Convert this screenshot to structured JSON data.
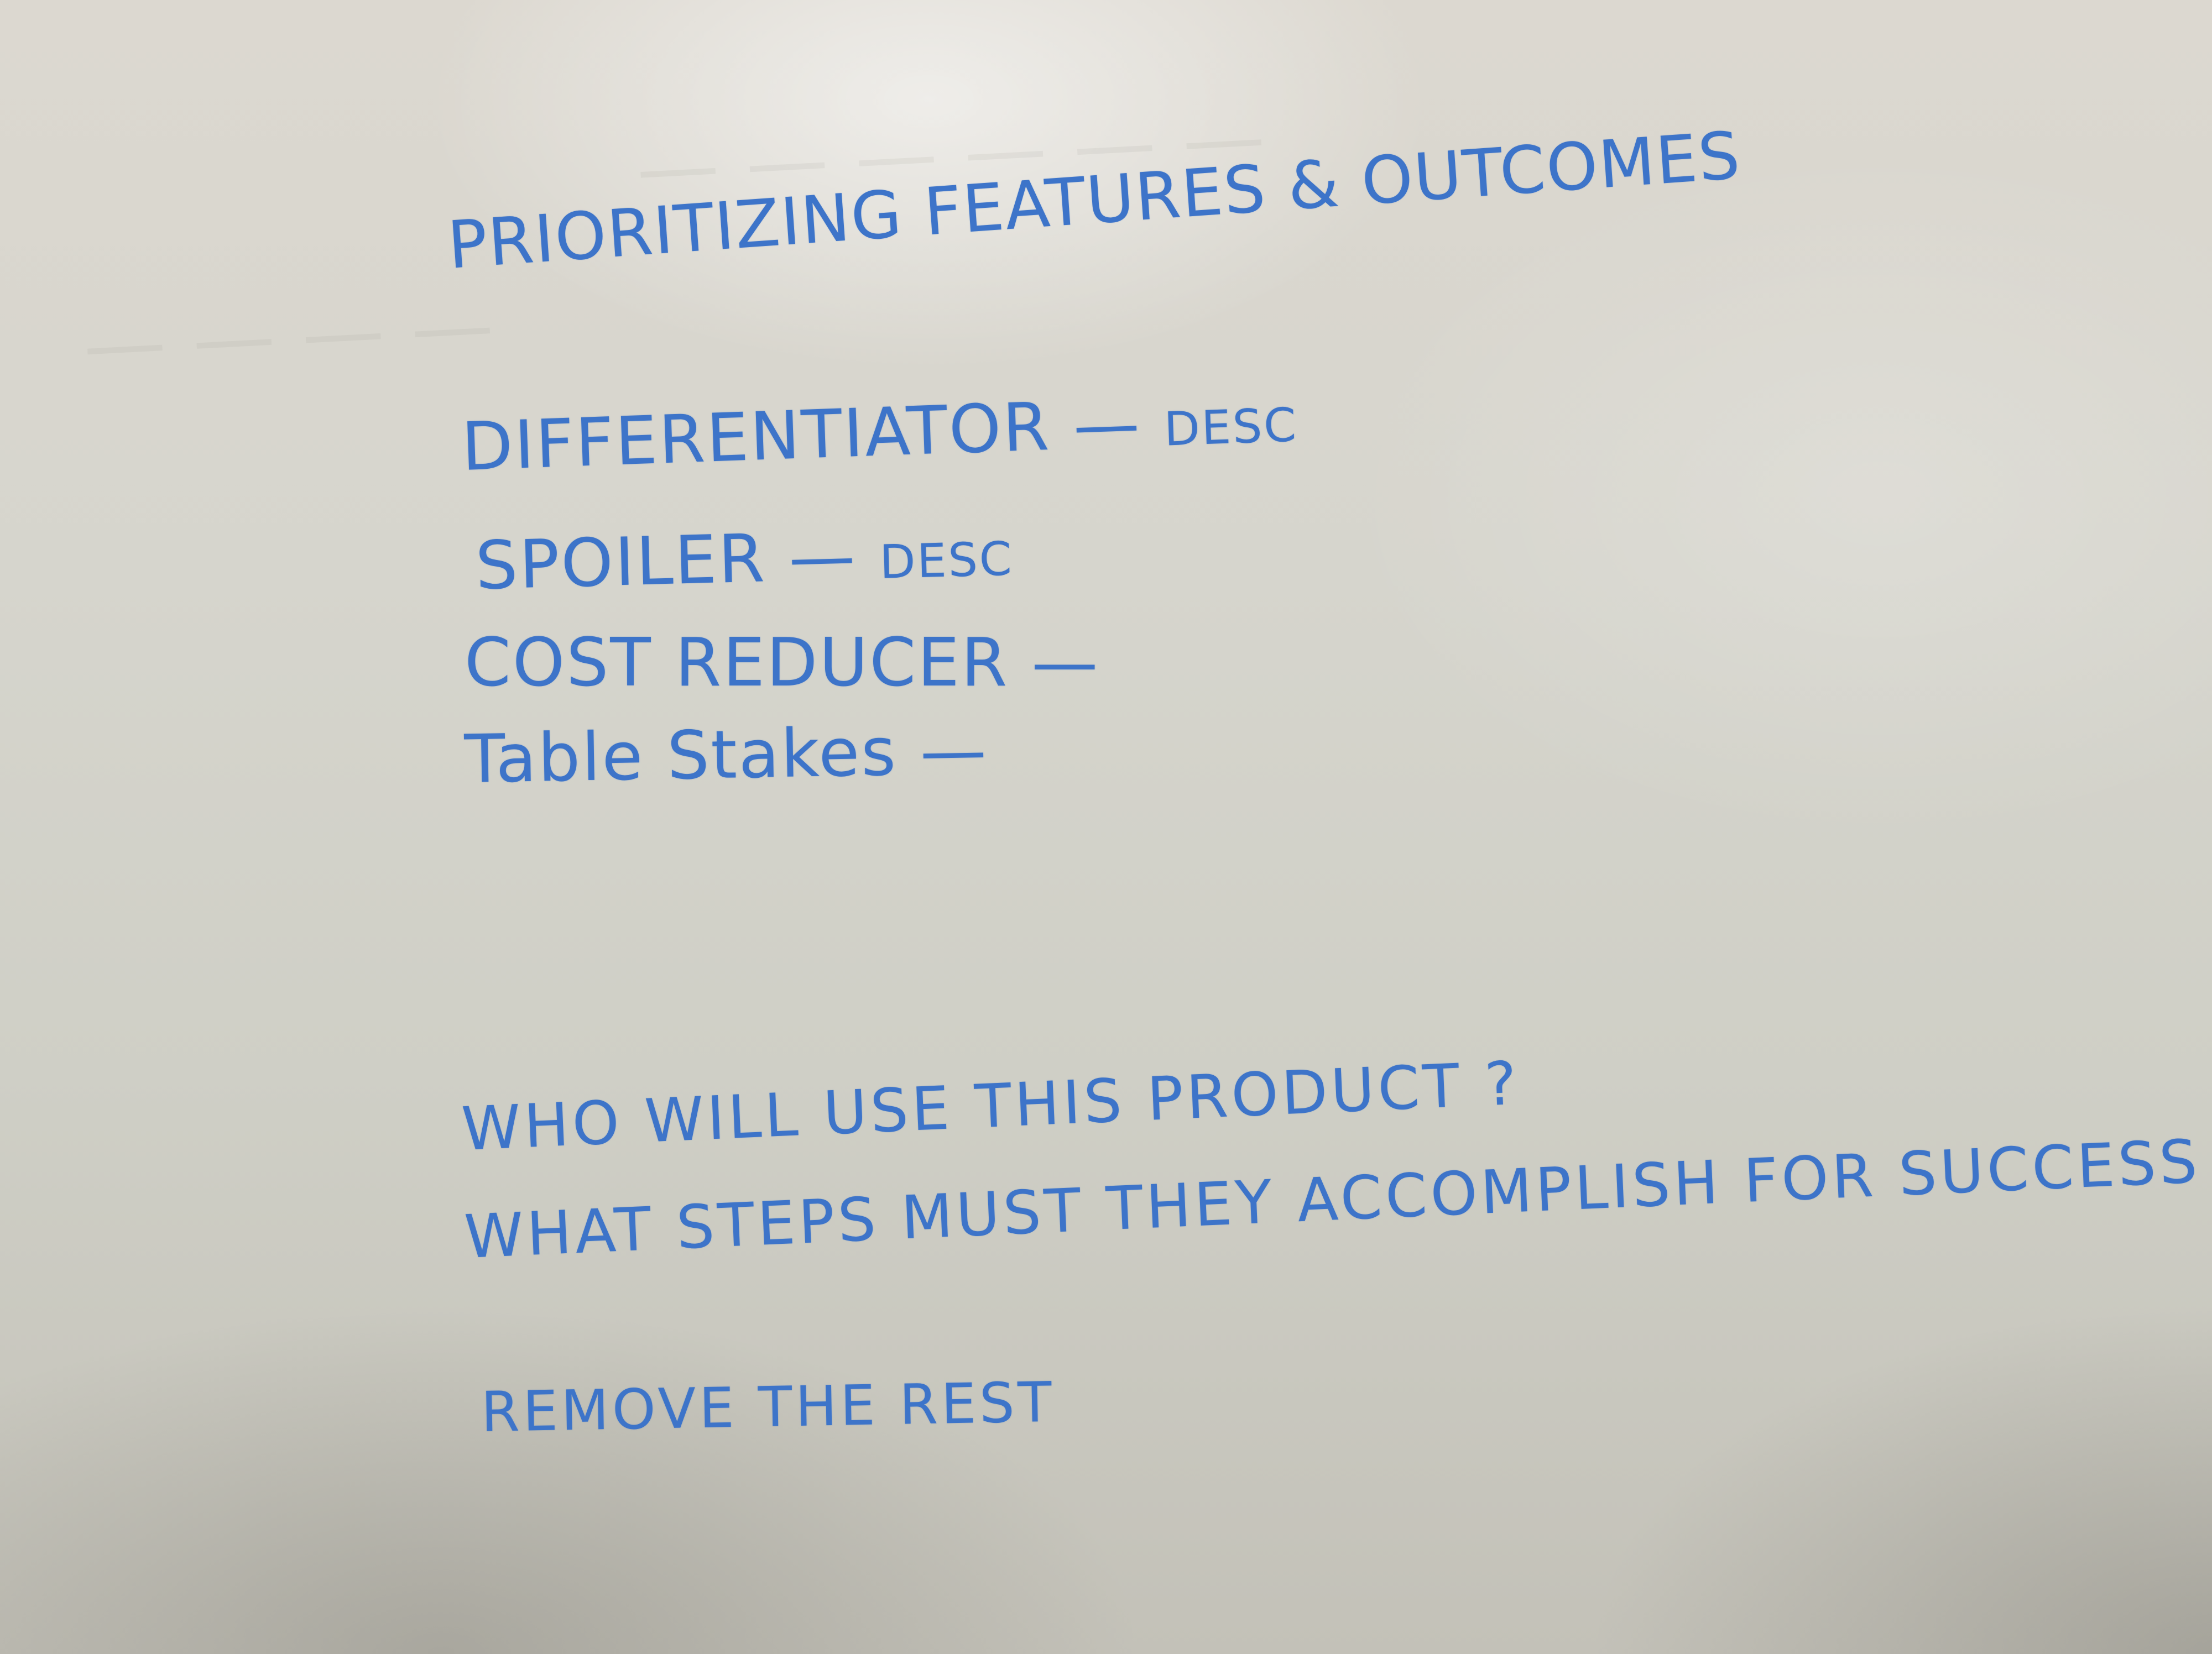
{
  "board": {
    "title": "PRIORITIZING FEATURES & OUTCOMES",
    "categories": [
      "DIFFERENTIATOR — desc",
      "SPOILER — desc",
      "COST REDUCER —",
      "Table Stakes —"
    ],
    "questions": [
      "WHO WILL USE THIS PRODUCT ?",
      "WHAT STEPS MUST THEY ACCOMPLISH FOR SUCCESS ?",
      "REMOVE THE REST"
    ]
  },
  "colors": {
    "ink": "#3d74c9",
    "board": "#d6d5cd"
  }
}
